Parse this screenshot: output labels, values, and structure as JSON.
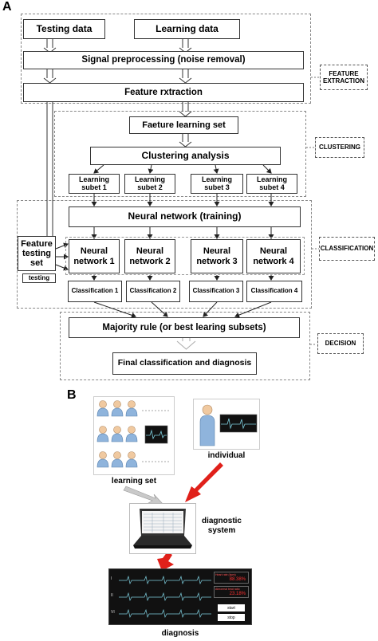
{
  "panel_a": {
    "letter": "A",
    "testing_data": "Testing data",
    "learning_data": "Learning data",
    "signal_preprocessing": "Signal preprocessing (noise removal)",
    "feature_extraction": "Feature rxtraction",
    "feature_learning_set": "Faeture learning set",
    "clustering_analysis": "Clustering analysis",
    "learning_subsets": [
      "Learning subet 1",
      "Learning subet 2",
      "Learning subet 3",
      "Learning subet 4"
    ],
    "neural_network_training": "Neural network (training)",
    "feature_testing_set": "Feature testing set",
    "testing_label": "testing",
    "neural_networks": [
      "Neural network 1",
      "Neural network 2",
      "Neural network 3",
      "Neural network 4"
    ],
    "classifications": [
      "Classification 1",
      "Classification 2",
      "Classification 3",
      "Classification 4"
    ],
    "majority_rule": "Majority rule (or best learing subsets)",
    "final_classification": "Final classification and diagnosis",
    "stage_tags": {
      "feature_extraction": "FEATURE EXTRACTION",
      "clustering": "CLUSTERING",
      "classification": "CLASSIFICATION",
      "decision": "DECISION"
    }
  },
  "panel_b": {
    "letter": "B",
    "learning_set_label": "learning set",
    "individual_label": "individual",
    "diagnostic_system_label": "diagnostic system",
    "diagnosis_label": "diagnosis",
    "lead_labels": [
      "I",
      "II",
      "VI"
    ],
    "readouts": [
      {
        "title": "Heart rate (bpm)",
        "value": "88.38%"
      },
      {
        "title": "Abnormal beat ratio",
        "value": "23.18%"
      }
    ],
    "start_button": "start",
    "stop_button": "stop"
  },
  "colors": {
    "arrow_red": "#e0201a",
    "arrow_grey": "#c9c9c9",
    "person_blue": "#8fb4dc",
    "screen_dark": "#111111",
    "ecg_line": "#7fd0e0",
    "readout_red": "#ff3030"
  }
}
